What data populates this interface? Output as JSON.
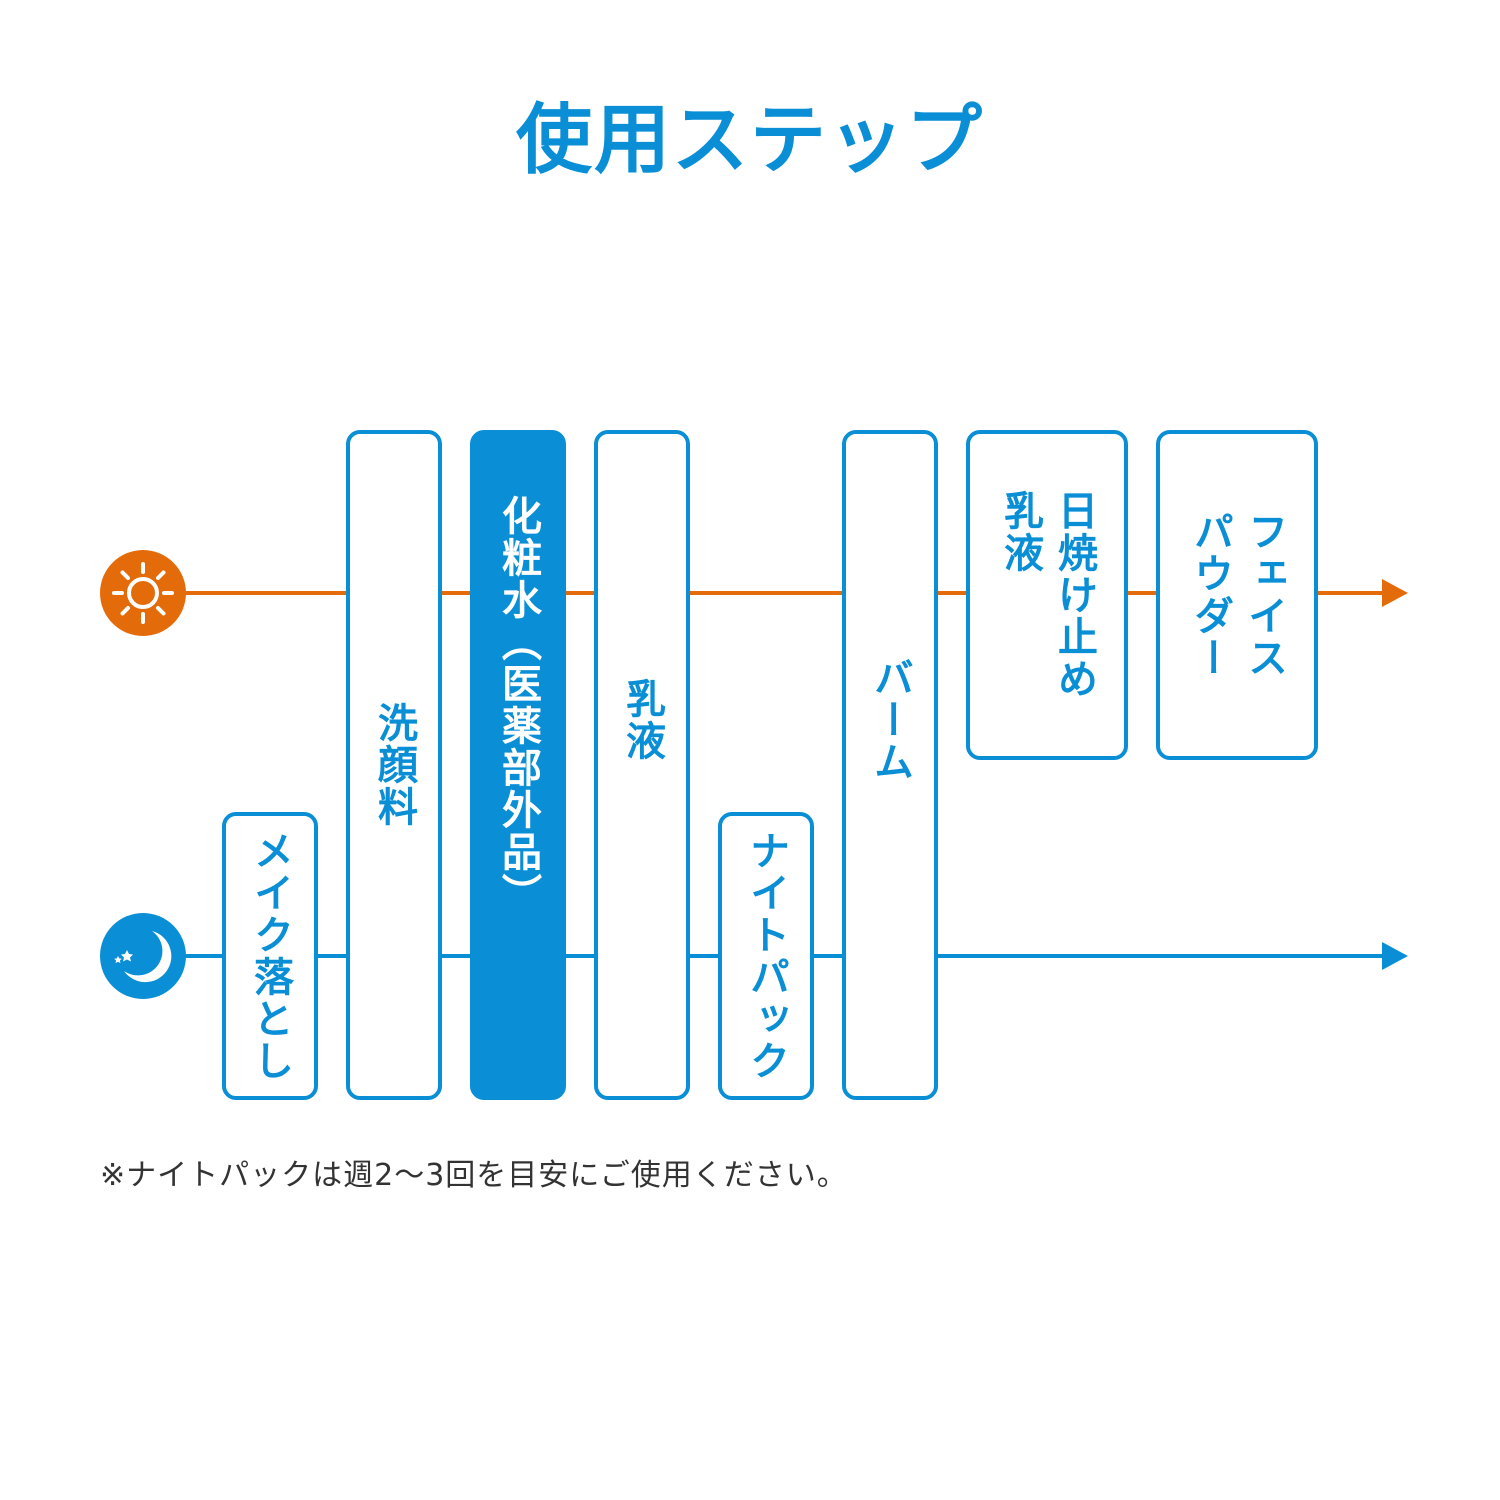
{
  "title": "使用ステップ",
  "colors": {
    "accent": "#0a8fd6",
    "day": "#e46b0a",
    "night": "#0a8fd6"
  },
  "rows": [
    {
      "name": "day",
      "icon": "sun-icon"
    },
    {
      "name": "night",
      "icon": "moon-icon"
    }
  ],
  "steps": {
    "makeup_remover": "メイク落とし",
    "face_wash": "洗顔料",
    "lotion": "化粧水（医薬部外品）",
    "milk": "乳液",
    "night_pack": "ナイトパック",
    "balm": "バーム",
    "sunscreen_milk": "日焼け止め\n乳液",
    "face_powder": "フェイス\nパウダー"
  },
  "note": "※ナイトパックは週2〜3回を目安にご使用ください。"
}
